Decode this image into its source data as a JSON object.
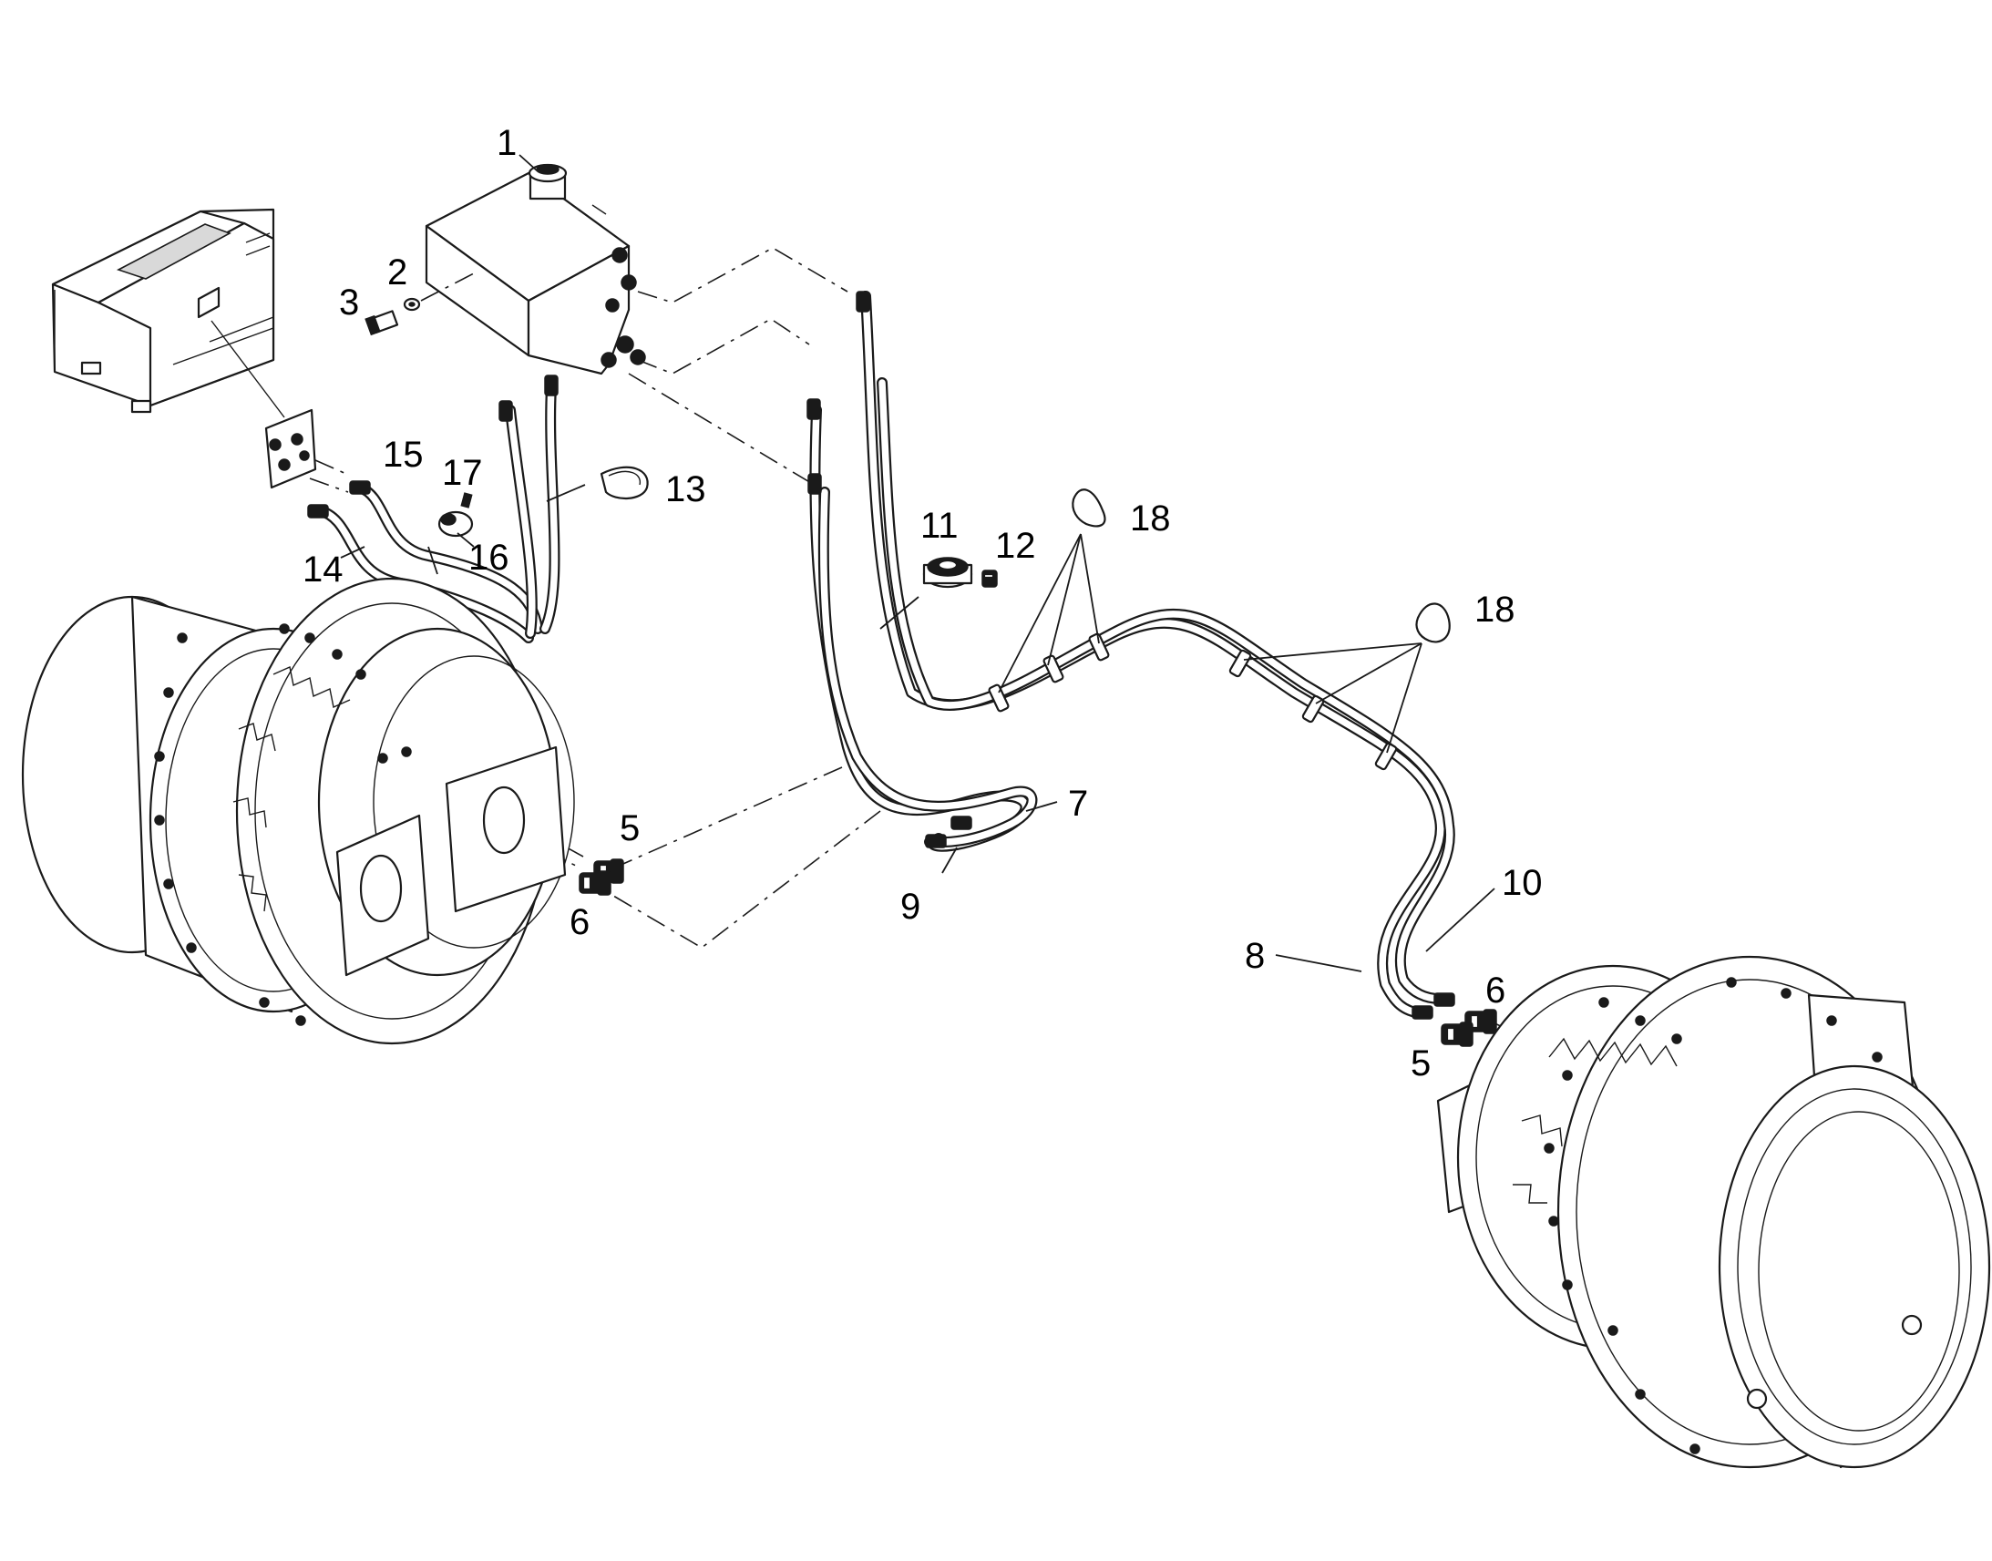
{
  "callouts": {
    "c1": "1",
    "c2": "2",
    "c3": "3",
    "c5a": "5",
    "c5b": "5",
    "c6a": "6",
    "c6b": "6",
    "c7": "7",
    "c8": "8",
    "c9": "9",
    "c10": "10",
    "c11": "11",
    "c12": "12",
    "c13": "13",
    "c14": "14",
    "c15": "15",
    "c16": "16",
    "c17": "17",
    "c18a": "18",
    "c18b": "18"
  },
  "colors": {
    "line": "#1a1a1a",
    "background": "#ffffff"
  }
}
